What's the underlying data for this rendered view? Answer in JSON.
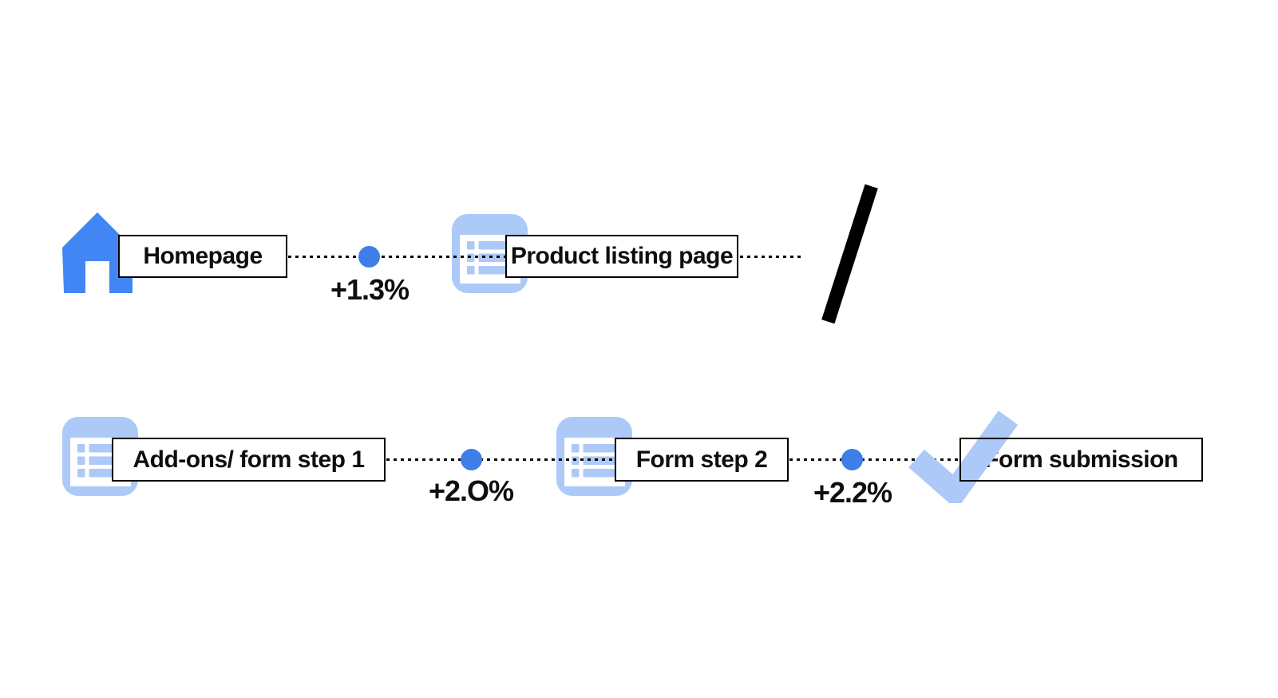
{
  "palette": {
    "primary_blue": "#4285f4",
    "dot_blue": "#3d7ee8",
    "light_blue": "#adc9f8",
    "line_black": "#0a0a0a",
    "box_border": "#000000",
    "background": "#ffffff"
  },
  "flow": {
    "rows": [
      {
        "nodes": [
          {
            "icon": "home-icon",
            "label": "Homepage"
          },
          {
            "icon": "list-icon",
            "label": "Product listing page"
          }
        ],
        "edges": [
          {
            "delta_label": "+1.3%"
          }
        ],
        "has_break_slash": true
      },
      {
        "nodes": [
          {
            "icon": "list-icon",
            "label": "Add-ons/ form step 1"
          },
          {
            "icon": "list-icon",
            "label": "Form step 2"
          },
          {
            "icon": "check-icon",
            "label": "Form submission"
          }
        ],
        "edges": [
          {
            "delta_label": "+2.O%"
          },
          {
            "delta_label": "+2.2%"
          }
        ],
        "has_break_slash": false
      }
    ]
  }
}
